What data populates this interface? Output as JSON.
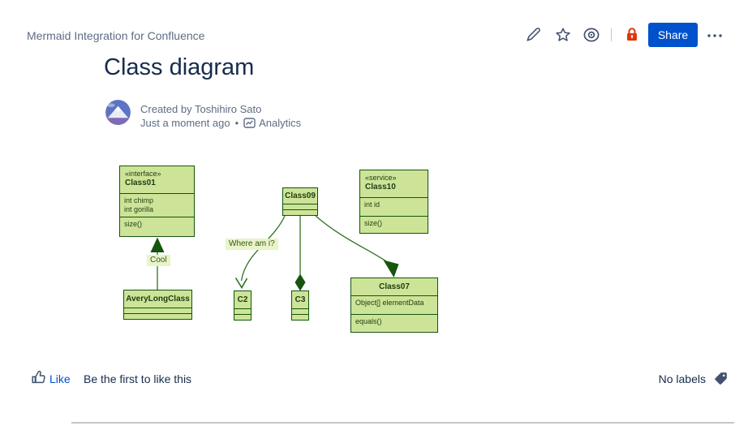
{
  "breadcrumb": {
    "label": "Mermaid Integration for Confluence"
  },
  "toolbar": {
    "share_label": "Share",
    "icons": {
      "edit": "pencil-icon",
      "favorite": "star-icon",
      "watch": "eye-icon",
      "restrictions": "lock-icon",
      "more": "ellipsis-icon"
    },
    "colors": {
      "share_bg": "#0052CC",
      "icon": "#42526E",
      "lock": "#DE350B"
    }
  },
  "header": {
    "title": "Class diagram"
  },
  "byline": {
    "created_by": "Created by Toshihiro Sato",
    "timestamp": "Just a moment ago",
    "separator": "•",
    "analytics_label": "Analytics"
  },
  "diagram": {
    "type": "class-diagram",
    "colors": {
      "node_fill": "#cde498",
      "node_border": "#13540c",
      "edge": "#2f7220",
      "arrow_fill": "#17540e",
      "label_bg": "#e9f4c8",
      "text": "#1e3b13"
    },
    "classes": [
      {
        "name": "Class01",
        "annotation": "«interface»",
        "attributes": [
          "int chimp",
          "int gorilla"
        ],
        "methods": [
          "size()"
        ]
      },
      {
        "name": "Class10",
        "annotation": "«service»",
        "attributes": [
          "int id"
        ],
        "methods": [
          "size()"
        ]
      },
      {
        "name": "Class09",
        "attributes": [],
        "methods": []
      },
      {
        "name": "AveryLongClass",
        "attributes": [],
        "methods": []
      },
      {
        "name": "C2",
        "attributes": [],
        "methods": []
      },
      {
        "name": "C3",
        "attributes": [],
        "methods": []
      },
      {
        "name": "Class07",
        "attributes": [
          "Object[] elementData"
        ],
        "methods": [
          "equals()"
        ]
      }
    ],
    "relations": [
      {
        "from": "AveryLongClass",
        "to": "Class01",
        "type": "inheritance",
        "label": "Cool"
      },
      {
        "from": "Class09",
        "to": "C2",
        "type": "arrow",
        "label": "Where am i?"
      },
      {
        "from": "Class09",
        "to": "C3",
        "type": "composition",
        "label": ""
      },
      {
        "from": "Class09",
        "to": "Class07",
        "type": "inheritance",
        "label": ""
      }
    ]
  },
  "footer": {
    "like_label": "Like",
    "like_hint": "Be the first to like this",
    "labels_text": "No labels"
  }
}
